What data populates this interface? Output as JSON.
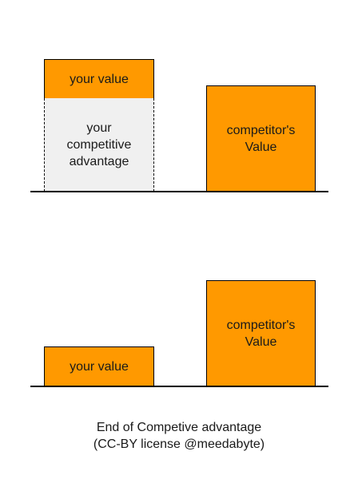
{
  "top_diagram": {
    "your_value_label": "your value",
    "advantage_label": "your\ncompetitive\nadvantage",
    "competitor_label": "competitor's\nValue"
  },
  "bottom_diagram": {
    "your_value_label": "your value",
    "competitor_label": "competitor's\nValue"
  },
  "caption": {
    "line1": "End of Competive advantage",
    "line2": "(CC-BY license @meedabyte)"
  },
  "colors": {
    "value_fill": "#ff9900",
    "advantage_fill": "#f0f0f0",
    "outline": "#000000"
  }
}
